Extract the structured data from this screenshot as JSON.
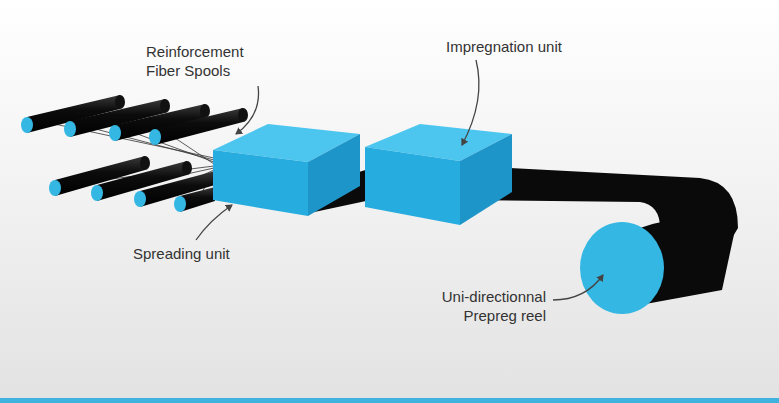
{
  "diagram": {
    "labels": [
      "Reinforcement Fiber Spools",
      "Impregnation unit",
      "Spreading unit",
      "Uni-directionnal Prepreg reel"
    ]
  }
}
